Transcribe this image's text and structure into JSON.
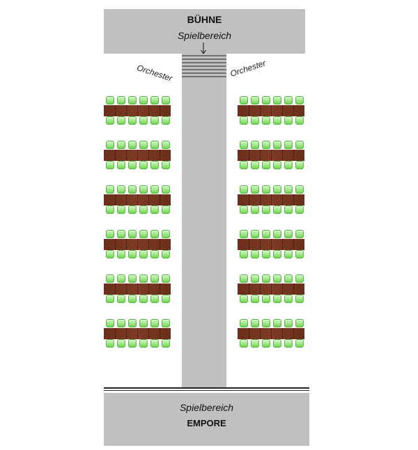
{
  "stage": {
    "title": "BÜHNE",
    "subtitle": "Spielbereich"
  },
  "orchestra": {
    "left_label": "Orchester",
    "right_label": "Orchester"
  },
  "gallery": {
    "subtitle": "Spielbereich",
    "title": "EMPORE"
  },
  "seating": {
    "blocks_per_side": 6,
    "seats_per_row": 6,
    "rows_per_block": 2,
    "seat_color": "#7ee05a",
    "table_color": "#7a3520",
    "floor_color": "#c0c0c0"
  }
}
